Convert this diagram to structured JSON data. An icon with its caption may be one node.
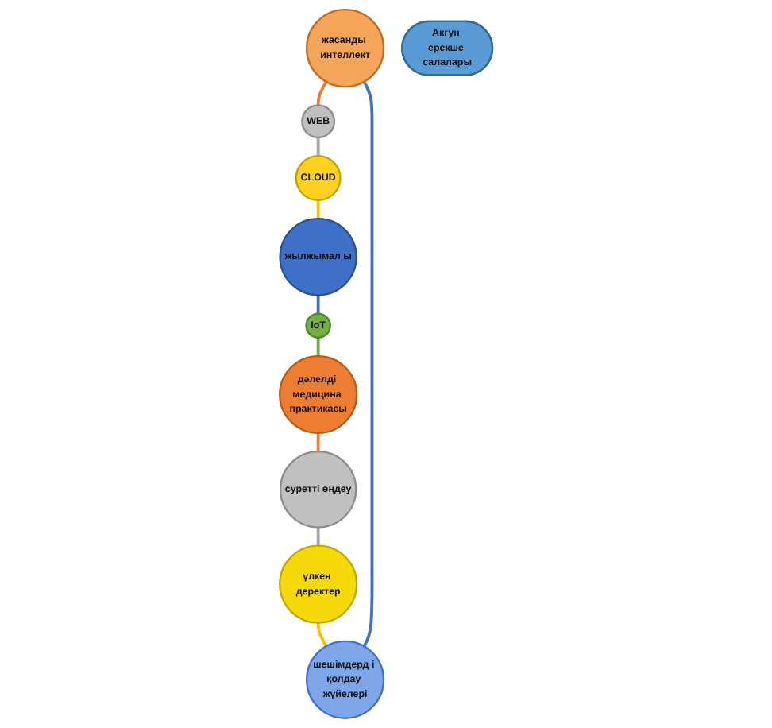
{
  "diagram": {
    "nodes": [
      {
        "text": [
          "жасанды интеллект"
        ]
      },
      {
        "text": [
          "WEB"
        ]
      },
      {
        "text": [
          "CLOUD"
        ]
      },
      {
        "text": [
          "жылжымал ы"
        ]
      },
      {
        "text": [
          "IoT"
        ]
      },
      {
        "text": [
          "дәлелді медицина практикасы"
        ]
      },
      {
        "text": [
          "суретті өңдеу"
        ]
      },
      {
        "text": [
          "үлкен деректер"
        ]
      },
      {
        "text": [
          "шешімдерд і қолдау жүйелері"
        ]
      },
      {
        "text": [
          "Акгун ерекше салалары"
        ]
      }
    ],
    "edges": [
      {
        "from": 0,
        "to": 1,
        "arrow": "none",
        "color": "#ed7d31"
      },
      {
        "from": 1,
        "to": 2,
        "arrow": "none",
        "color": "#a6a6a6"
      },
      {
        "from": 2,
        "to": 3,
        "arrow": "none",
        "color": "#ffc000"
      },
      {
        "from": 3,
        "to": 4,
        "arrow": "none",
        "color": "#4472c4"
      },
      {
        "from": 4,
        "to": 5,
        "arrow": "none",
        "color": "#70ad47"
      },
      {
        "from": 5,
        "to": 6,
        "arrow": "none",
        "color": "#ed7d31"
      },
      {
        "from": 6,
        "to": 7,
        "arrow": "none",
        "color": "#a6a6a6"
      },
      {
        "from": 7,
        "to": 8,
        "arrow": "none",
        "color": "#ffc000"
      },
      {
        "from": 8,
        "to": 0,
        "arrow": "none",
        "color": "#4472c4"
      }
    ]
  }
}
